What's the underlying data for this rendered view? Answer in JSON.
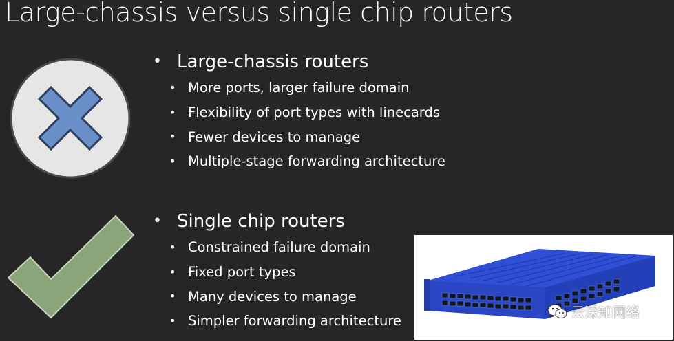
{
  "slide": {
    "title": "Large-chassis versus single chip routers"
  },
  "sections": [
    {
      "heading": "Large-chassis routers",
      "icon": "x-mark-icon",
      "items": [
        "More ports, larger failure domain",
        "Flexibility of port types with linecards",
        "Fewer devices to manage",
        "Multiple-stage forwarding architecture"
      ]
    },
    {
      "heading": "Single chip routers",
      "icon": "checkmark-icon",
      "items": [
        "Constrained failure domain",
        "Fixed port types",
        "Many devices to manage",
        "Simpler forwarding architecture"
      ]
    }
  ],
  "watermark": {
    "text": "云深知网络",
    "icon": "wechat-icon"
  },
  "colors": {
    "background": "#262626",
    "x_circle": "#e6e6e6",
    "x_mark": "#6b8fc9",
    "checkmark": "#8aa57a",
    "router_body": "#2f4fd6"
  }
}
